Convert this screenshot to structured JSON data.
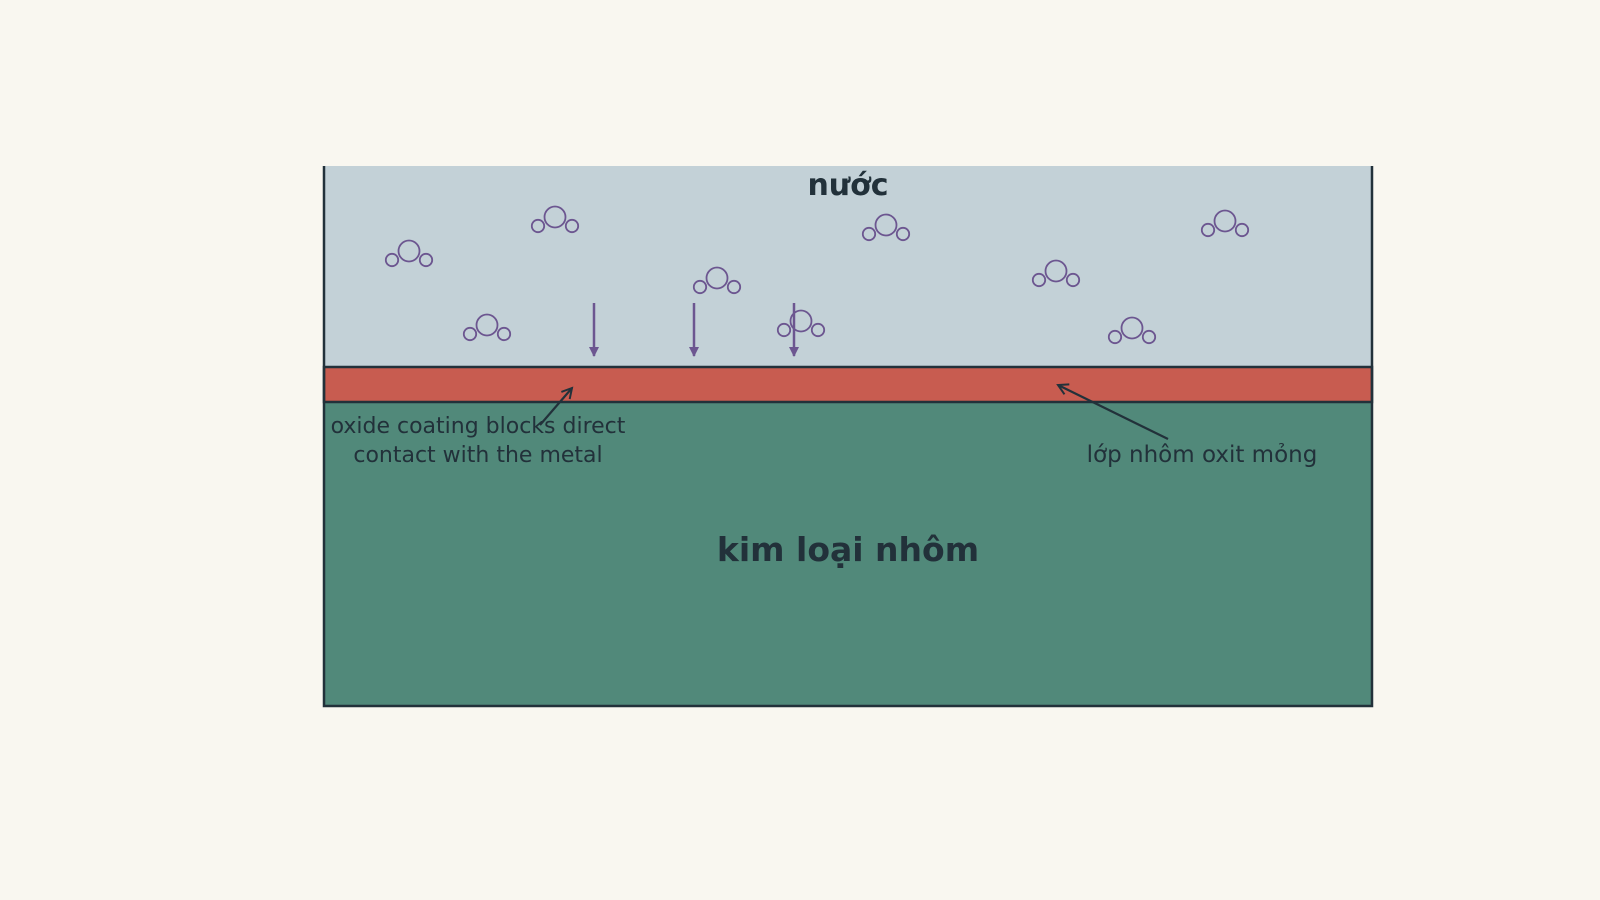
{
  "labels": {
    "water": "nước",
    "metal": "kim loại nhôm",
    "oxide_layer": "lớp nhôm oxit mỏng",
    "oxide_note_line1": "oxide coating blocks direct",
    "oxide_note_line2": "contact with the metal"
  },
  "molecules": {
    "count": 10,
    "icon": "water-molecule-icon"
  },
  "arrows": {
    "count": 3,
    "icon": "down-arrow-icon"
  },
  "colors": {
    "background": "#f9f7f0",
    "water": "#c3d1d7",
    "oxide": "#c85c50",
    "metal": "#51897a",
    "outline": "#22313a",
    "molecule": "#6c5690",
    "text": "#22313a"
  }
}
